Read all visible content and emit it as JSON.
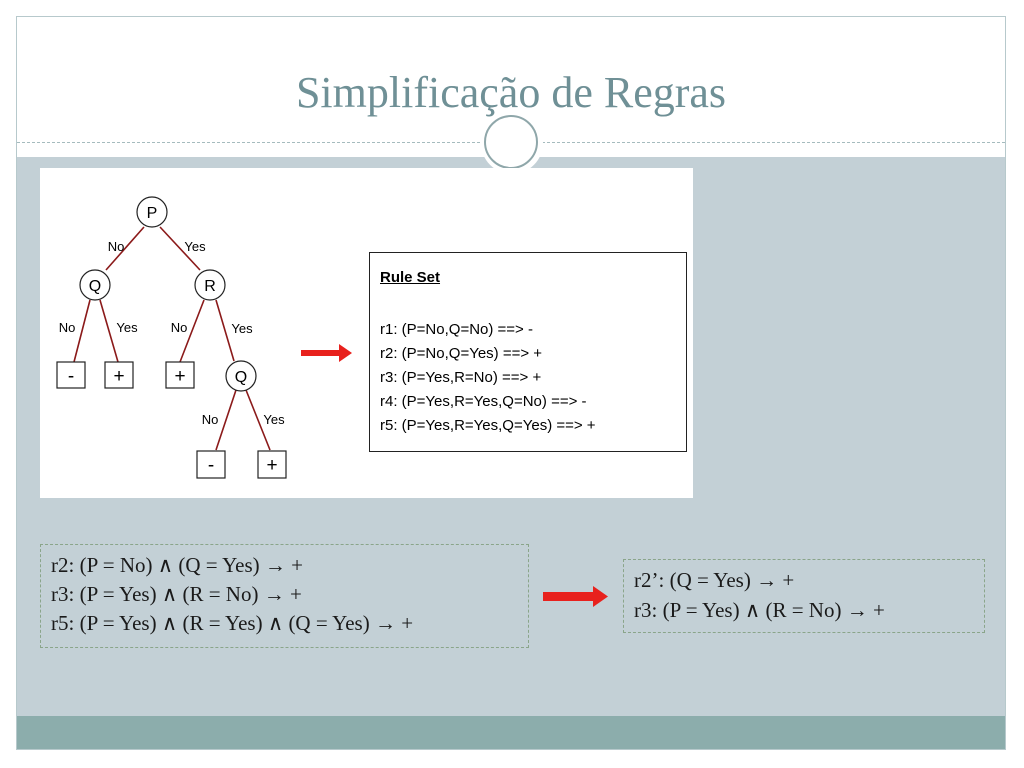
{
  "slide": {
    "title": "Simplificação de Regras"
  },
  "tree": {
    "nodes": {
      "p": "P",
      "q1": "Q",
      "r": "R",
      "q2": "Q"
    },
    "edges": {
      "p_no": "No",
      "p_yes": "Yes",
      "q1_no": "No",
      "q1_yes": "Yes",
      "r_no": "No",
      "r_yes": "Yes",
      "q2_no": "No",
      "q2_yes": "Yes"
    },
    "leaves": {
      "l1": "-",
      "l2": "+",
      "l3": "+",
      "l4": "-",
      "l5": "+"
    }
  },
  "rule_set": {
    "title": "Rule Set",
    "rules": [
      "r1: (P=No,Q=No) ==> -",
      "r2: (P=No,Q=Yes) ==> +",
      "r3: (P=Yes,R=No) ==> +",
      "r4: (P=Yes,R=Yes,Q=No) ==> -",
      "r5: (P=Yes,R=Yes,Q=Yes) ==> +"
    ]
  },
  "original_rules": [
    "r2: (P = No) ∧ (Q = Yes) → +",
    "r3: (P = Yes) ∧ (R = No) → +",
    "r5: (P = Yes) ∧ (R = Yes) ∧ (Q = Yes) → +"
  ],
  "simplified_rules": [
    "r2’: (Q = Yes) → +",
    "r3: (P = Yes) ∧ (R = No) → +"
  ],
  "colors": {
    "accent_arrow": "#e8211d",
    "tree_edge": "#8b1a1a",
    "title": "#6f9096",
    "content_bg": "#c3d0d6",
    "footer_bg": "#8cadac"
  }
}
